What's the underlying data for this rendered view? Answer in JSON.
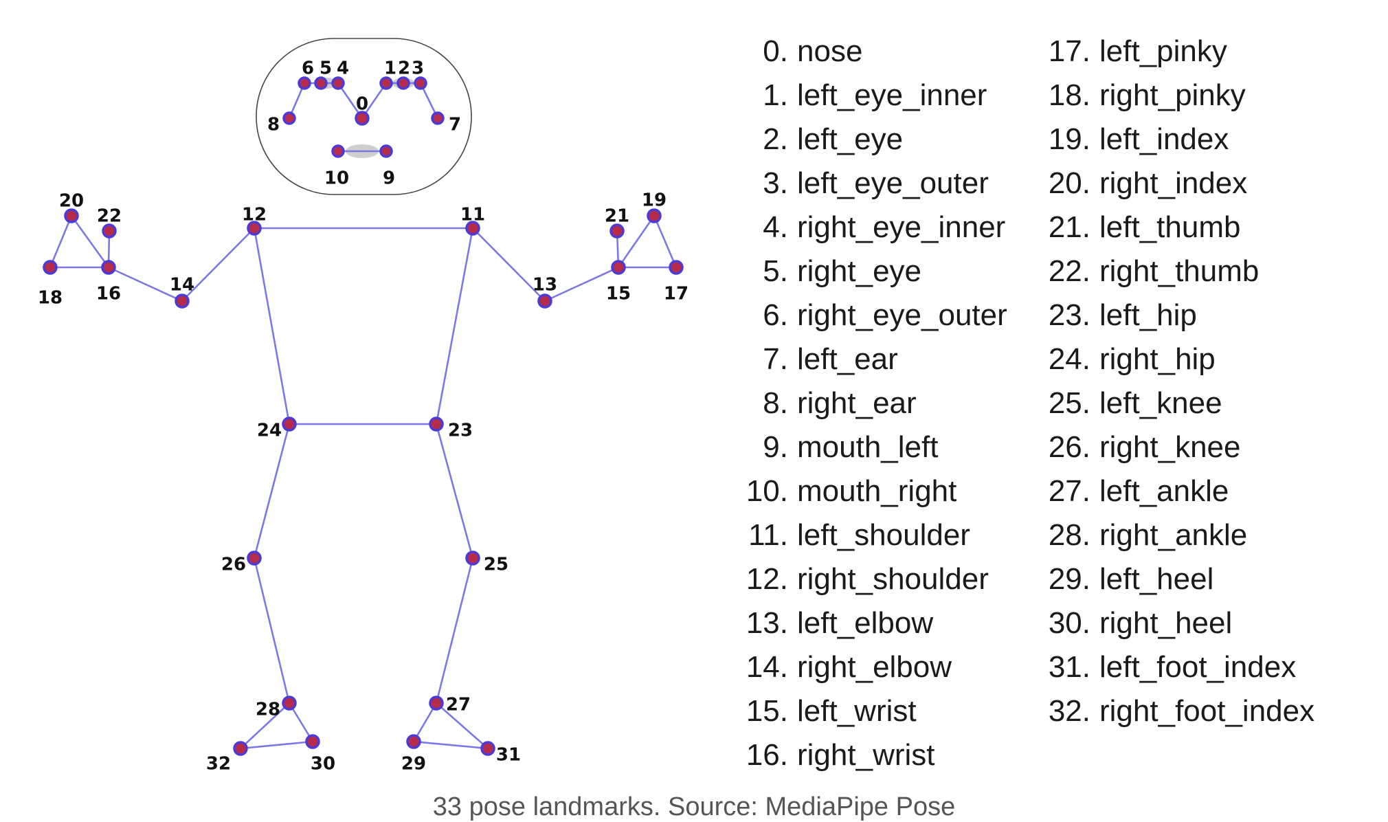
{
  "landmarks": [
    {
      "num": "0.",
      "name": "nose"
    },
    {
      "num": "1.",
      "name": "left_eye_inner"
    },
    {
      "num": "2.",
      "name": "left_eye"
    },
    {
      "num": "3.",
      "name": "left_eye_outer"
    },
    {
      "num": "4.",
      "name": "right_eye_inner"
    },
    {
      "num": "5.",
      "name": "right_eye"
    },
    {
      "num": "6.",
      "name": "right_eye_outer"
    },
    {
      "num": "7.",
      "name": "left_ear"
    },
    {
      "num": "8.",
      "name": "right_ear"
    },
    {
      "num": "9.",
      "name": "mouth_left"
    },
    {
      "num": "10.",
      "name": "mouth_right"
    },
    {
      "num": "11.",
      "name": "left_shoulder"
    },
    {
      "num": "12.",
      "name": "right_shoulder"
    },
    {
      "num": "13.",
      "name": "left_elbow"
    },
    {
      "num": "14.",
      "name": "right_elbow"
    },
    {
      "num": "15.",
      "name": "left_wrist"
    },
    {
      "num": "16.",
      "name": "right_wrist"
    },
    {
      "num": "17.",
      "name": "left_pinky"
    },
    {
      "num": "18.",
      "name": "right_pinky"
    },
    {
      "num": "19.",
      "name": "left_index"
    },
    {
      "num": "20.",
      "name": "right_index"
    },
    {
      "num": "21.",
      "name": "left_thumb"
    },
    {
      "num": "22.",
      "name": "right_thumb"
    },
    {
      "num": "23.",
      "name": "left_hip"
    },
    {
      "num": "24.",
      "name": "right_hip"
    },
    {
      "num": "25.",
      "name": "left_knee"
    },
    {
      "num": "26.",
      "name": "right_knee"
    },
    {
      "num": "27.",
      "name": "left_ankle"
    },
    {
      "num": "28.",
      "name": "right_ankle"
    },
    {
      "num": "29.",
      "name": "left_heel"
    },
    {
      "num": "30.",
      "name": "right_heel"
    },
    {
      "num": "31.",
      "name": "left_foot_index"
    },
    {
      "num": "32.",
      "name": "right_foot_index"
    }
  ],
  "diagram_labels": [
    "0",
    "1",
    "2",
    "3",
    "4",
    "5",
    "6",
    "7",
    "8",
    "9",
    "10",
    "11",
    "12",
    "13",
    "14",
    "15",
    "16",
    "17",
    "18",
    "19",
    "20",
    "21",
    "22",
    "23",
    "24",
    "25",
    "26",
    "27",
    "28",
    "29",
    "30",
    "31",
    "32"
  ],
  "connections": [
    [
      11,
      12
    ],
    [
      11,
      13
    ],
    [
      13,
      15
    ],
    [
      15,
      17
    ],
    [
      15,
      19
    ],
    [
      17,
      19
    ],
    [
      15,
      21
    ],
    [
      12,
      14
    ],
    [
      14,
      16
    ],
    [
      16,
      18
    ],
    [
      16,
      20
    ],
    [
      18,
      20
    ],
    [
      16,
      22
    ],
    [
      11,
      23
    ],
    [
      12,
      24
    ],
    [
      23,
      24
    ],
    [
      23,
      25
    ],
    [
      25,
      27
    ],
    [
      27,
      29
    ],
    [
      27,
      31
    ],
    [
      29,
      31
    ],
    [
      24,
      26
    ],
    [
      26,
      28
    ],
    [
      28,
      30
    ],
    [
      28,
      32
    ],
    [
      30,
      32
    ],
    [
      1,
      2
    ],
    [
      2,
      3
    ],
    [
      3,
      7
    ],
    [
      4,
      5
    ],
    [
      5,
      6
    ],
    [
      6,
      8
    ],
    [
      0,
      1
    ],
    [
      0,
      4
    ],
    [
      9,
      10
    ]
  ],
  "caption": "33 pose landmarks. Source: MediaPipe Pose",
  "colors": {
    "edge": "#7b78e6",
    "joint_fill": "#b62c4b",
    "joint_ring": "#4b3ad6"
  }
}
